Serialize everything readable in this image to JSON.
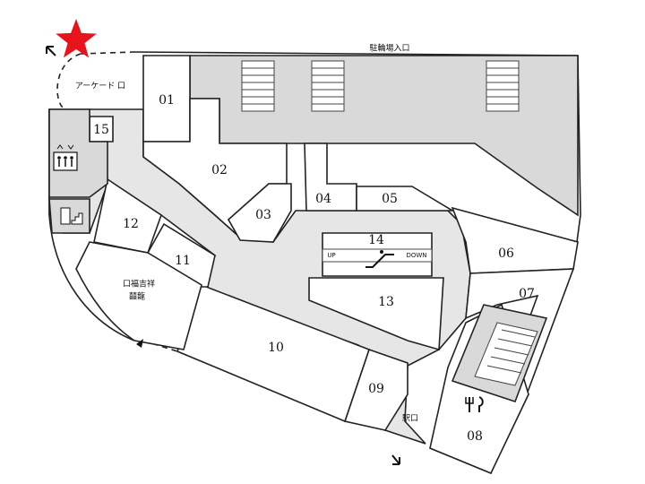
{
  "units": {
    "u01": "01",
    "u02": "02",
    "u03": "03",
    "u04": "04",
    "u05": "05",
    "u06": "06",
    "u07": "07",
    "u08": "08",
    "u09": "09",
    "u10": "10",
    "u11": "11",
    "u12": "12",
    "u13": "13",
    "u14": "14",
    "u15": "15"
  },
  "labels": {
    "parking_entrance": "駐輪場入口",
    "arcade_entrance": "アーケード 口",
    "station_entrance": "駅口",
    "restaurant_line1": "口福吉祥",
    "restaurant_line2": "囍龍",
    "escalator_up": "UP",
    "escalator_down": "DOWN"
  },
  "colors": {
    "star": "#e8141c",
    "corridor": "#e6e6e6",
    "parking": "#d9d9d9"
  },
  "icons": {
    "current_location": "star-icon",
    "elevator": "elevator-icon",
    "stairs": "stairs-icon",
    "escalator": "escalator-icon",
    "restaurant": "fork-knife-icon",
    "exit_arrows": "arrow-icon"
  }
}
